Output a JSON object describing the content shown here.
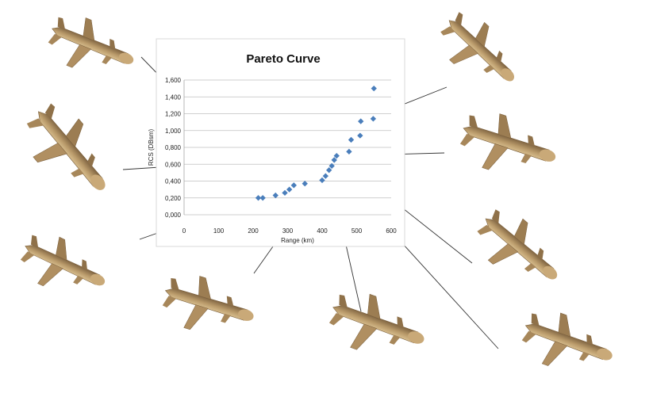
{
  "chart_data": {
    "type": "scatter",
    "title": "Pareto Curve",
    "xlabel": "Range (km)",
    "ylabel": "RCS (DBsm)",
    "xlim": [
      0,
      600
    ],
    "ylim": [
      0,
      1.6
    ],
    "xticks": [
      0,
      100,
      200,
      300,
      400,
      500,
      600
    ],
    "yticks": [
      0,
      0.2,
      0.4,
      0.6,
      0.8,
      1.0,
      1.2,
      1.4,
      1.6
    ],
    "xtick_labels": [
      "0",
      "100",
      "200",
      "300",
      "400",
      "500",
      "600"
    ],
    "ytick_labels": [
      "0,000",
      "0,200",
      "0,400",
      "0,600",
      "0,800",
      "1,000",
      "1,200",
      "1,400",
      "1,600"
    ],
    "grid": "horizontal",
    "marker_color": "#4a7ebb",
    "series": [
      {
        "x": [
          215,
          228,
          265,
          292,
          305,
          318,
          350,
          400,
          410,
          420,
          428,
          435,
          442,
          478,
          484,
          510,
          512,
          548,
          550
        ],
        "y": [
          0.2,
          0.2,
          0.23,
          0.26,
          0.3,
          0.35,
          0.37,
          0.41,
          0.46,
          0.53,
          0.58,
          0.65,
          0.7,
          0.75,
          0.89,
          0.94,
          1.11,
          1.14,
          1.5
        ]
      }
    ]
  },
  "colors": {
    "missile_body": "#b08f61",
    "missile_dark": "#8a6d44",
    "callout_line": "#333333",
    "grid": "#bfbfbf"
  }
}
